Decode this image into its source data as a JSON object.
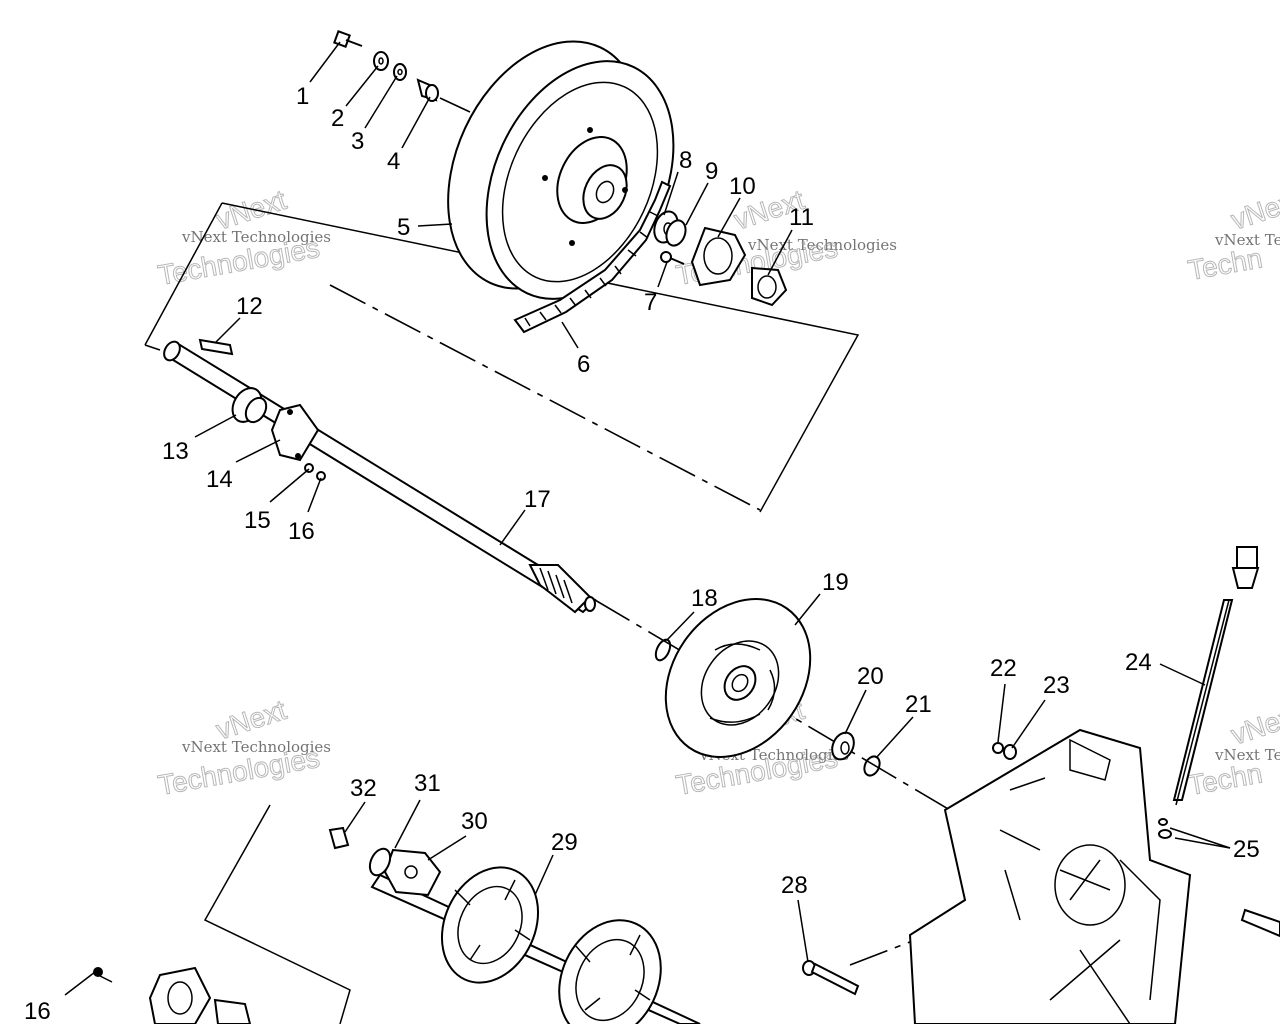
{
  "diagram": {
    "part_numbers": [
      "1",
      "2",
      "3",
      "4",
      "5",
      "6",
      "7",
      "8",
      "9",
      "10",
      "11",
      "12",
      "13",
      "14",
      "15",
      "16",
      "17",
      "18",
      "19",
      "20",
      "21",
      "22",
      "23",
      "24",
      "25",
      "28",
      "29",
      "30",
      "31",
      "32",
      "16"
    ],
    "watermarks": [
      {
        "line1": "vNext Technologies",
        "line2": "vNext",
        "line3": "Technologies"
      },
      {
        "line1": "vNext Technologies",
        "line2": "vNext",
        "line3": "Technologies"
      },
      {
        "line1": "vNext Technologies",
        "line2": "vNext",
        "line3": "Technologies"
      },
      {
        "line1": "vNext Technologies",
        "line2": "vNext",
        "line3": "Technologies"
      },
      {
        "line1": "vNext Technologies",
        "line2": "vNext",
        "line3": "Technologies"
      },
      {
        "line1": "vNext Te",
        "line2": "vNext",
        "line3": "Techn"
      }
    ]
  }
}
